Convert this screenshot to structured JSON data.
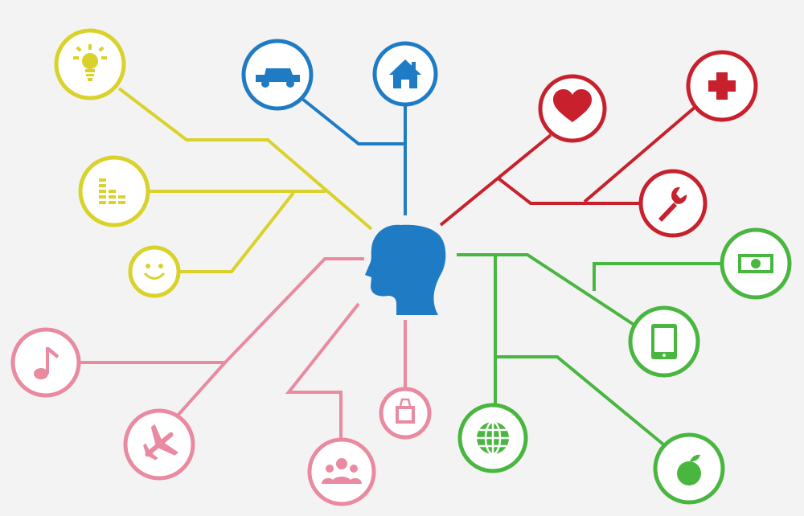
{
  "diagram": {
    "background": "#f3f3f3",
    "palette": {
      "head": "#1f7cc4",
      "yellow": "#d9d22a",
      "blue": "#1f7cc4",
      "red": "#c8202c",
      "green": "#49b63f",
      "pink": "#e98aa0"
    },
    "center": {
      "name": "head-silhouette-icon",
      "color": "head"
    },
    "branches": [
      {
        "name": "yellow-branch",
        "color": "yellow",
        "icons": [
          "lightbulb-icon",
          "equalizer-icon",
          "smiley-icon"
        ]
      },
      {
        "name": "blue-branch",
        "color": "blue",
        "icons": [
          "car-icon",
          "house-icon"
        ]
      },
      {
        "name": "red-branch",
        "color": "red",
        "icons": [
          "heart-icon",
          "medical-cross-icon",
          "wrench-icon"
        ]
      },
      {
        "name": "green-branch",
        "color": "green",
        "icons": [
          "money-icon",
          "tablet-icon",
          "globe-icon",
          "apple-icon"
        ]
      },
      {
        "name": "pink-branch",
        "color": "pink",
        "icons": [
          "music-note-icon",
          "airplane-icon",
          "people-group-icon",
          "shopping-bag-icon"
        ]
      }
    ]
  }
}
